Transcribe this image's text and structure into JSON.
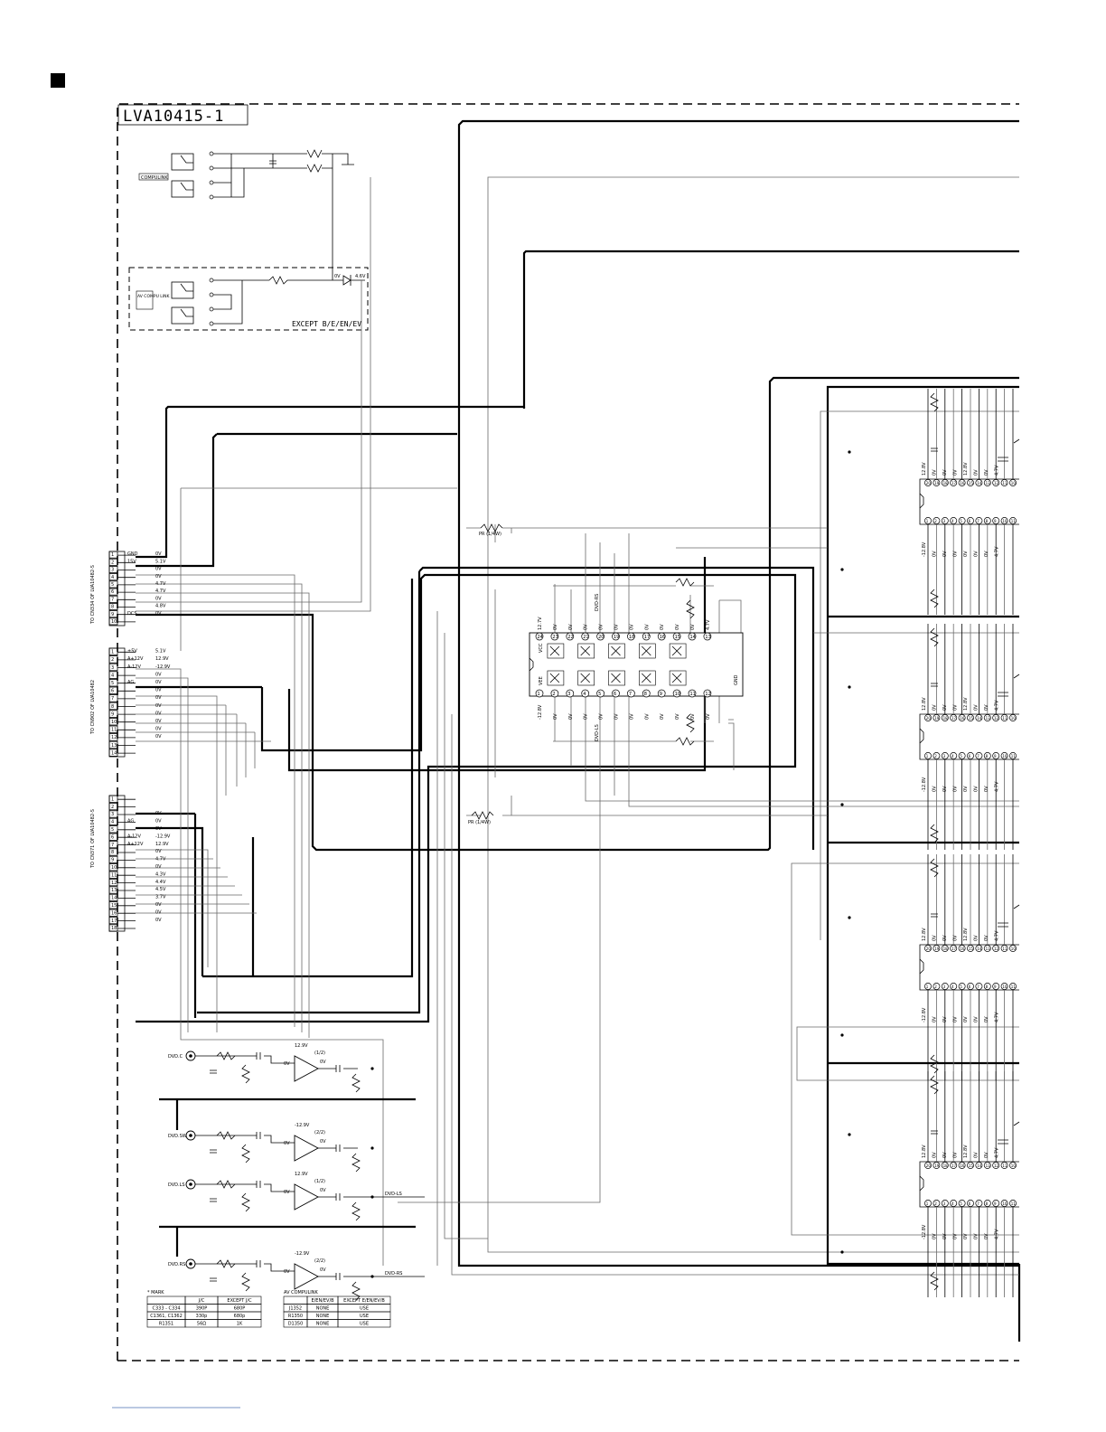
{
  "board_label": "LVA10415-1",
  "compulink_label": "COMPULINK",
  "av_compulink_label": "AV COMPU LINK",
  "except_label": "EXCEPT B/E/EN/EV",
  "connector_cn334": {
    "label": "TO CN334 OF LVA10482-S",
    "pins": [
      "1",
      "2",
      "3",
      "4",
      "5",
      "6",
      "7",
      "8",
      "9",
      "10"
    ],
    "signals": [
      "GND",
      "15V",
      "",
      "",
      "",
      "",
      "",
      "",
      "DCS",
      ""
    ],
    "voltages": [
      "0V",
      "5.1V",
      "0V",
      "0V",
      "4.7V",
      "4.7V",
      "0V",
      "4.8V",
      "0V",
      ""
    ]
  },
  "connector_cn902": {
    "label": "TO CN902 OF LVA10482",
    "pins": [
      "1",
      "2",
      "3",
      "4",
      "5",
      "6",
      "7",
      "8",
      "9",
      "10",
      "11",
      "12",
      "13",
      "14"
    ],
    "signals": [
      "+5V",
      "A+12V",
      "A-12V",
      "",
      "AG",
      "",
      "",
      "",
      "",
      "",
      "",
      "",
      "",
      ""
    ],
    "voltages": [
      "5.1V",
      "12.9V",
      "-12.9V",
      "0V",
      "0V",
      "0V",
      "0V",
      "0V",
      "0V",
      "0V",
      "0V",
      "0V",
      "",
      ""
    ]
  },
  "connector_cn371": {
    "label": "TO CN371 OF LVA10482-S",
    "pins": [
      "1",
      "2",
      "3",
      "4",
      "5",
      "6",
      "7",
      "8",
      "9",
      "10",
      "11",
      "12",
      "13",
      "14",
      "15",
      "16",
      "17",
      "18"
    ],
    "signals": [
      "",
      "",
      "",
      "AG",
      "",
      "A-12V",
      "A+12V",
      "",
      "",
      "",
      "",
      "",
      "",
      "",
      "",
      "",
      "",
      ""
    ],
    "voltages": [
      "",
      "",
      "0V",
      "0V",
      "0V",
      "-12.9V",
      "12.9V",
      "0V",
      "4.7V",
      "0V",
      "4.3V",
      "4.4V",
      "4.5V",
      "3.7V",
      "0V",
      "0V",
      "0V",
      ""
    ]
  },
  "resistors": {
    "pr1": "PR (1/4W)",
    "pr2": "PR (1/4W)"
  },
  "ic_main": {
    "top_pins": [
      "24",
      "23",
      "22",
      "21",
      "20",
      "19",
      "18",
      "17",
      "16",
      "15",
      "14",
      "13"
    ],
    "bottom_pins": [
      "1",
      "2",
      "3",
      "4",
      "5",
      "6",
      "7",
      "8",
      "9",
      "10",
      "11",
      "12"
    ],
    "top_voltages": [
      "12.7V",
      "0V",
      "0V",
      "0V",
      "0V",
      "0V",
      "0V",
      "0V",
      "0V",
      "0V",
      "0V",
      "4.7V"
    ],
    "bottom_voltages": [
      "-12.8V",
      "0V",
      "0V",
      "0V",
      "0V",
      "0V",
      "0V",
      "0V",
      "0V",
      "0V",
      "0V",
      "0V"
    ],
    "labels": {
      "vcc": "VCC",
      "vee": "VEE",
      "gnd": "GND",
      "dvd_rs": "DVD-RS",
      "dvd_ls": "DVD-LS"
    }
  },
  "side_ics": [
    {
      "top_pins": [
        "20",
        "19",
        "18",
        "17",
        "16",
        "15",
        "14",
        "13",
        "12",
        "11",
        "10"
      ],
      "bottom_pins": [
        "1",
        "2",
        "3",
        "4",
        "5",
        "6",
        "7",
        "8",
        "9",
        "10",
        "11"
      ]
    },
    {
      "top_pins": [
        "20",
        "19",
        "18",
        "17",
        "16",
        "15",
        "14",
        "13",
        "12",
        "11",
        "10"
      ],
      "bottom_pins": [
        "1",
        "2",
        "3",
        "4",
        "5",
        "6",
        "7",
        "8",
        "9",
        "10",
        "11"
      ]
    },
    {
      "top_pins": [
        "20",
        "19",
        "18",
        "17",
        "16",
        "15",
        "14",
        "13",
        "12",
        "11",
        "10"
      ],
      "bottom_pins": [
        "1",
        "2",
        "3",
        "4",
        "5",
        "6",
        "7",
        "8",
        "9",
        "10",
        "11"
      ]
    },
    {
      "top_pins": [
        "20",
        "19",
        "18",
        "17",
        "16",
        "15",
        "14",
        "13",
        "12",
        "11",
        "10"
      ],
      "bottom_pins": [
        "1",
        "2",
        "3",
        "4",
        "5",
        "6",
        "7",
        "8",
        "9",
        "10",
        "11"
      ]
    }
  ],
  "side_voltages": {
    "top": [
      "12.8V",
      "0V",
      "0V",
      "0V",
      "12.8V",
      "0V",
      "0V",
      "4.7V"
    ],
    "bottom": [
      "-12.8V",
      "0V",
      "0V",
      "0V",
      "0V",
      "0V",
      "0V",
      "4.7V"
    ]
  },
  "opamps": [
    {
      "jack": "DVD.C",
      "supply": "12.9V",
      "part": "(1/2)",
      "out_v": "0V",
      "in_v": "0V",
      "out": ""
    },
    {
      "jack": "DVD.SW",
      "supply": "-12.9V",
      "part": "(2/2)",
      "out_v": "0V",
      "in_v": "0V",
      "out": ""
    },
    {
      "jack": "DVD.LS",
      "supply": "12.9V",
      "part": "(1/2)",
      "out_v": "0V",
      "in_v": "0V",
      "out": "DVD-LS"
    },
    {
      "jack": "DVD.RS",
      "supply": "-12.9V",
      "part": "(2/2)",
      "out_v": "0V",
      "in_v": "0V",
      "out": "DVD-RS"
    }
  ],
  "mark_table": {
    "title": "* MARK",
    "headers": [
      "",
      "J/C",
      "EXCEPT J/C"
    ],
    "rows": [
      [
        "C333 - C334",
        "390P",
        "680P"
      ],
      [
        "C1361, C1362",
        "330p",
        "680p"
      ],
      [
        "R1351",
        "56Ω",
        "1K"
      ]
    ]
  },
  "av_table": {
    "title": "AV COMPULINK",
    "headers": [
      "",
      "E/EN/EV/B",
      "EXCEPT E/EN/EV/B"
    ],
    "rows": [
      [
        "J1352",
        "NONE",
        "USE"
      ],
      [
        "R1350",
        "NONE",
        "USE"
      ],
      [
        "D1350",
        "NONE",
        "USE"
      ]
    ]
  },
  "colors": {
    "ink": "#000000",
    "thin_wire": "#6a6a6a",
    "paper": "#ffffff"
  }
}
